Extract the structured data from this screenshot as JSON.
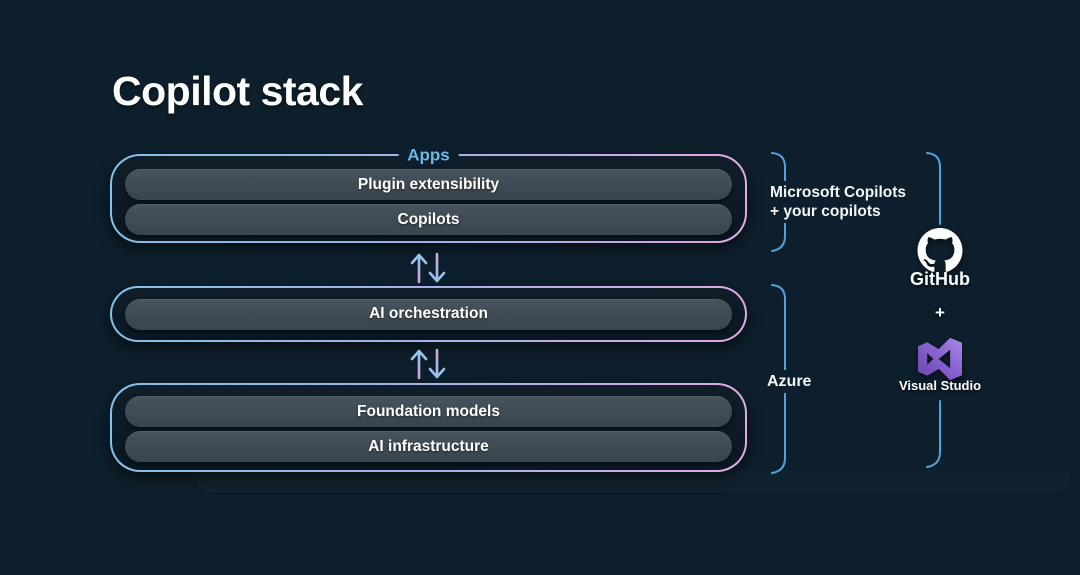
{
  "slide": {
    "title": "Copilot stack"
  },
  "stack": {
    "apps_group": {
      "label": "Apps",
      "items": [
        "Plugin extensibility",
        "Copilots"
      ]
    },
    "orchestration_group": {
      "items": [
        "AI orchestration"
      ]
    },
    "infrastructure_group": {
      "items": [
        "Foundation models",
        "AI infrastructure"
      ]
    }
  },
  "annotations": {
    "copilots_label_line1": "Microsoft Copilots",
    "copilots_label_line2": "+ your copilots",
    "azure_label": "Azure"
  },
  "right_column": {
    "github_label": "GitHub",
    "plus": "+",
    "visual_studio_label": "Visual Studio"
  },
  "icons": {
    "github": "github-octocat-icon",
    "visual_studio": "visual-studio-icon",
    "arrows": "bidirectional-arrows-icon",
    "brackets": "grouping-bracket"
  },
  "colors": {
    "background": "#0d1f2c",
    "container_fill": "#0e1c28",
    "pill_fill": "#3f4b55",
    "border_gradient_left_blue": "#85c1e9",
    "border_gradient_right_pink": "#e0a9e3",
    "apps_label_blue": "#6cb7e6",
    "bracket_blue": "#4fa3da",
    "arrow_blue": "#8ec9f0",
    "arrow_pink": "#d9a2dc",
    "vs_purple_light": "#a27fe0",
    "vs_purple_dark": "#6a43ad",
    "text_white": "#ffffff"
  }
}
